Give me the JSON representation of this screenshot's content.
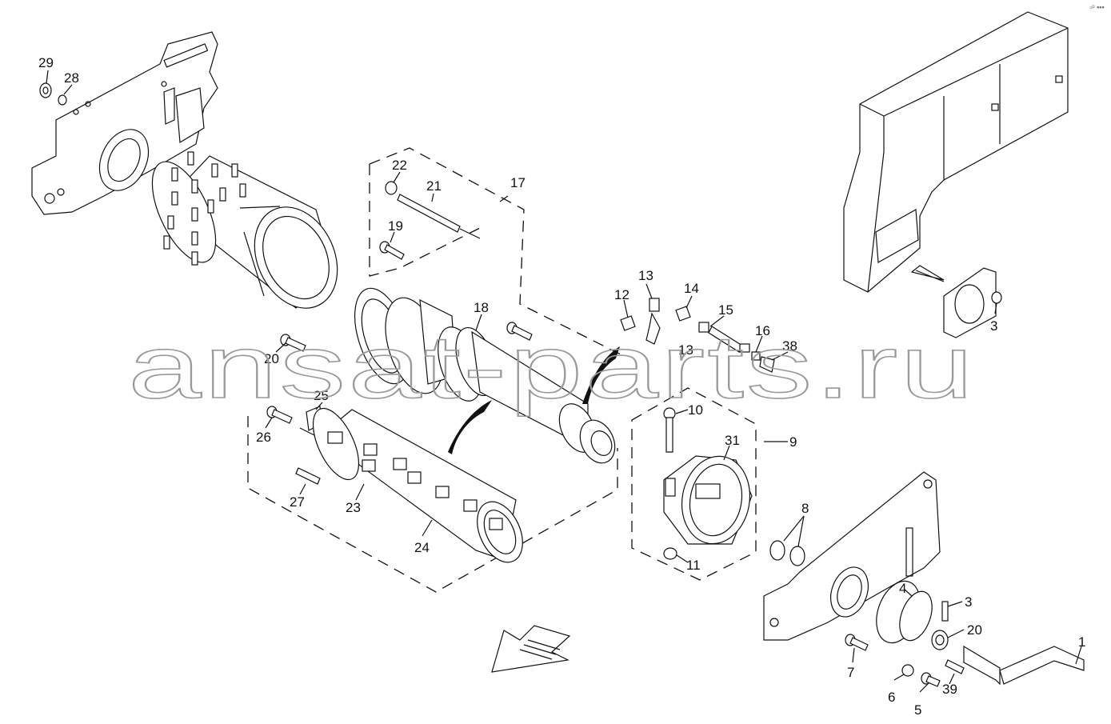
{
  "watermark": "ansat-parts.ru",
  "corner_mark": "▫ᵖ ▪▪▪",
  "callouts": [
    "29",
    "28",
    "22",
    "21",
    "17",
    "19",
    "18",
    "20",
    "13",
    "12",
    "14",
    "15",
    "16",
    "13",
    "38",
    "3",
    "25",
    "26",
    "27",
    "23",
    "24",
    "10",
    "31",
    "9",
    "8",
    "11",
    "4",
    "3",
    "20",
    "1",
    "7",
    "6",
    "5",
    "39"
  ]
}
